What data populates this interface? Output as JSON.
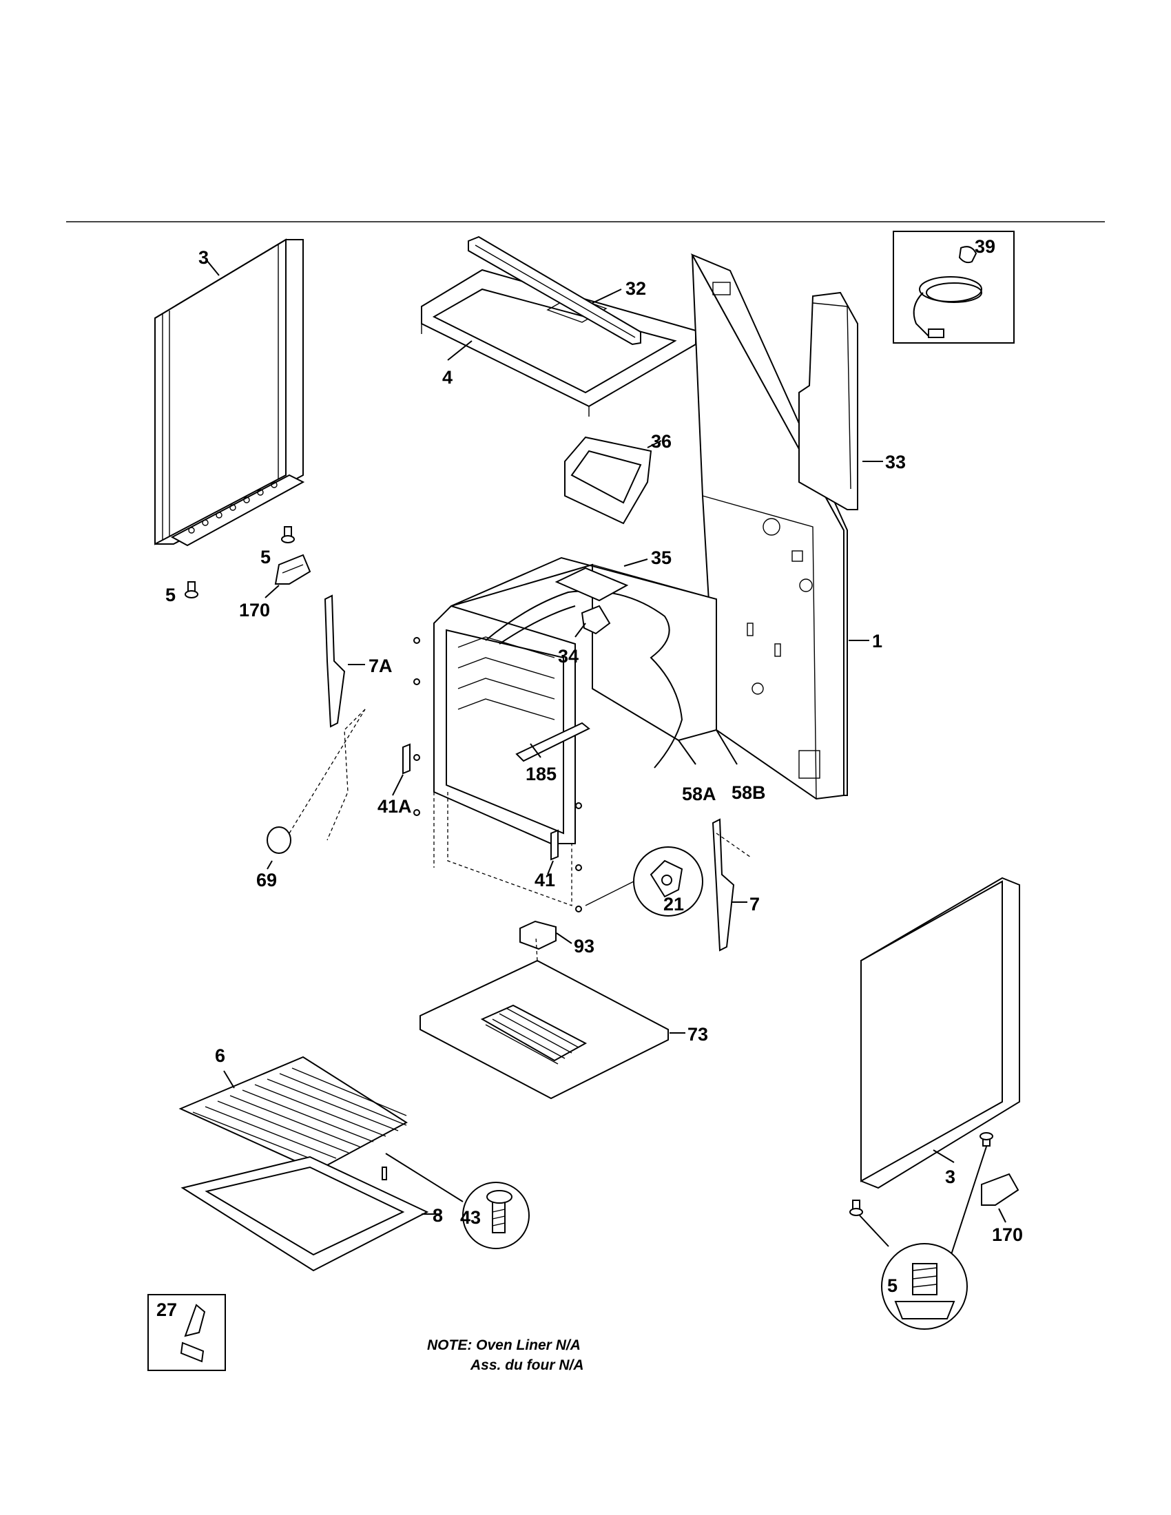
{
  "diagram": {
    "labels": {
      "p1": "1",
      "p3_left": "3",
      "p3_right": "3",
      "p4": "4",
      "p5_left_a": "5",
      "p5_left_b": "5",
      "p5_inset": "5",
      "p6": "6",
      "p7": "7",
      "p7A": "7A",
      "p8": "8",
      "p21": "21",
      "p27": "27",
      "p32": "32",
      "p33": "33",
      "p34": "34",
      "p35": "35",
      "p36": "36",
      "p39": "39",
      "p41": "41",
      "p41A": "41A",
      "p43": "43",
      "p58A": "58A",
      "p58B": "58B",
      "p69": "69",
      "p73": "73",
      "p93": "93",
      "p170_left": "170",
      "p170_right": "170",
      "p185": "185"
    },
    "note_line1": "NOTE: Oven Liner N/A",
    "note_line2": "Ass. du four N/A"
  }
}
